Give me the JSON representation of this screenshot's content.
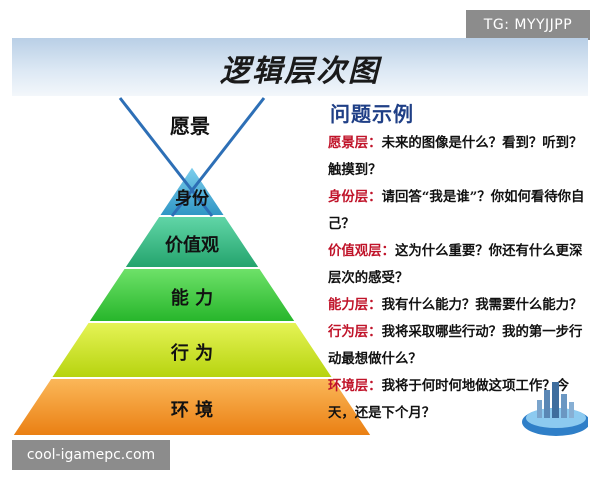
{
  "watermarks": {
    "top_right": "TG: MYYJJPP",
    "bottom_left": "cool-igamepc.com"
  },
  "title": "逻辑层次图",
  "pyramid": {
    "top_label": "愿景",
    "layers": [
      {
        "label": "身份",
        "color": "#4fb8dc"
      },
      {
        "label": "价值观",
        "color": "#3cc08a"
      },
      {
        "label": "能  力",
        "color": "#3fd03f"
      },
      {
        "label": "行  为",
        "color": "#c8e81a"
      },
      {
        "label": "环  境",
        "color": "#f39a2a"
      }
    ],
    "vision_line_color": "#2d6fb6"
  },
  "panel": {
    "heading": "问题示例",
    "items": [
      {
        "label": "愿景层：",
        "text": "未来的图像是什么？看到？听到？触摸到？"
      },
      {
        "label": "身份层：",
        "text": "请回答“我是谁”？你如何看待你自己？"
      },
      {
        "label": "价值观层：",
        "text": "这为什么重要？你还有什么更深层次的感受？"
      },
      {
        "label": "能力层：",
        "text": "我有什么能力？我需要什么能力？"
      },
      {
        "label": "行为层：",
        "text": "我将采取哪些行动？我的第一步行动最想做什么？"
      },
      {
        "label": "环境层：",
        "text": "我将于何时何地做这项工作？今天，还是下个月？"
      }
    ]
  },
  "colors": {
    "label_red": "#c0142a",
    "heading_blue": "#1f3f86"
  }
}
